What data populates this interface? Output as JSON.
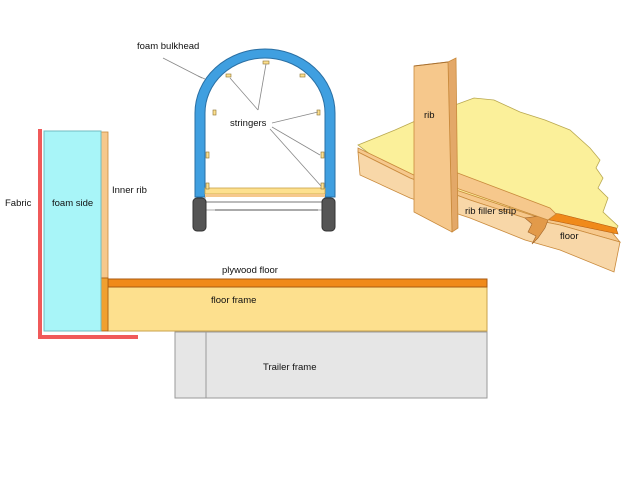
{
  "labels": {
    "foam_bulkhead": "foam bulkhead",
    "stringers": "stringers",
    "rib": "rib",
    "rib_filler_strip": "rib filler strip",
    "floor": "floor",
    "fabric": "Fabric",
    "foam_side": "foam side",
    "inner_rib": "Inner rib",
    "plywood_floor": "plywood floor",
    "floor_frame": "floor frame",
    "trailer_frame": "Trailer frame"
  },
  "colors": {
    "foam_blue": "#3f9fe0",
    "foam_side_cyan": "#a8f5f8",
    "wood_tan": "#f6c88c",
    "wood_edge": "#c98a3c",
    "plywood_orange": "#f08a1a",
    "floor_frame_yellow": "#fde08e",
    "trailer_gray": "#e6e6e6",
    "fabric_red": "#f05a5a",
    "insulation_yellow": "#fbf09a"
  }
}
